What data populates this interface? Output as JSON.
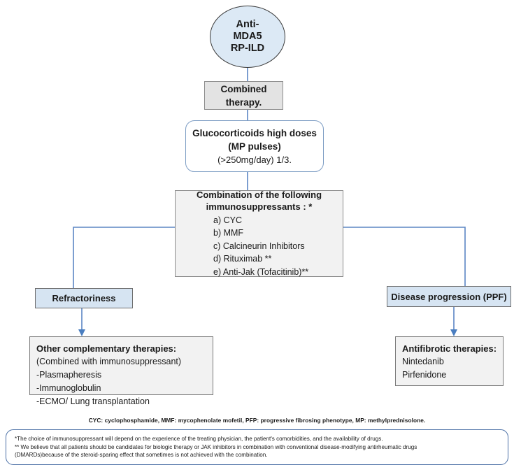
{
  "diagram": {
    "title_node": {
      "name": "anti-mda5-rp-ild",
      "lines": [
        "Anti-",
        "MDA5",
        "RP-ILD"
      ]
    },
    "combined_therapy": {
      "lines": [
        "Combined",
        "therapy."
      ]
    },
    "glucocorticoids": {
      "line1": "Glucocorticoids high doses",
      "line2": "(MP pulses)",
      "line3": "(>250mg/day) 1/3."
    },
    "combination": {
      "head_line1": "Combination of the following",
      "head_line2": "immunosuppressants : *",
      "items": [
        "a) CYC",
        "b) MMF",
        "c) Calcineurin Inhibitors",
        "d) Rituximab **",
        "e) Anti-Jak (Tofacitinib)**"
      ]
    },
    "refractoriness": {
      "label": "Refractoriness"
    },
    "disease_progression": {
      "label": "Disease progression (PPF)"
    },
    "complementary_therapies": {
      "title": "Other complementary therapies:",
      "lines": [
        "(Combined with immunosuppressant)",
        "-Plasmapheresis",
        "-Immunoglobulin",
        "-ECMO/ Lung transplantation"
      ]
    },
    "antifibrotic_therapies": {
      "title": "Antifibrotic therapies:",
      "lines": [
        "Nintedanib",
        "Pirfenidone"
      ]
    }
  },
  "abbreviations": "CYC: cyclophosphamide, MMF: mycophenolate mofetil, PFP: progressive fibrosing phenotype, MP: methylprednisolone.",
  "footnotes": {
    "line1": "*The choice of immunosuppressant will depend on the experience of the treating physician, the patient's comorbidities, and the availability of drugs.",
    "line2": "** We believe that all patients should be candidates for biologic therapy or JAK inhibitors in combination  with conventional disease-modifying antirheumatic drugs",
    "line3": "(DMARDs)because of the steroid-sparing effect that sometimes is not achieved with the combination."
  },
  "colors": {
    "node_blue_fill": "#d6e4f2",
    "ellipse_fill": "#dce9f5",
    "grey_fill": "#e3e3e3",
    "light_grey_fill": "#f2f2f2",
    "connector_blue": "#5b86c4",
    "footnote_border": "#4a6fa5"
  }
}
